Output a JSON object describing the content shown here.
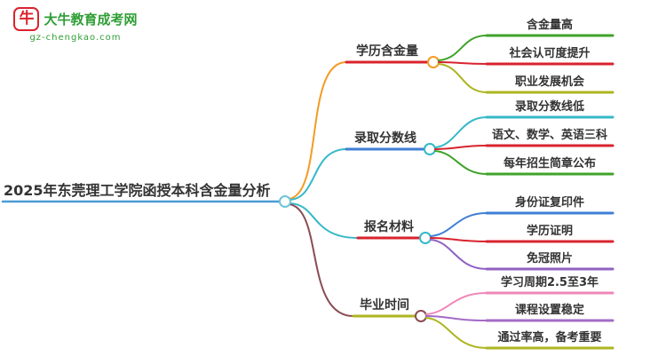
{
  "logo": {
    "icon": "牛",
    "title": "大牛教育成考网",
    "domain": "gz-chengkao.com",
    "text_color": "#2f9e35",
    "icon_color": "#d9232e"
  },
  "mindmap": {
    "root": {
      "label": "2025年东莞理工学院函授本科含金量分析",
      "underline_color": "#4a9bd5",
      "node_color": "#6cc5d9"
    },
    "branches": [
      {
        "label": "学历含金量",
        "curve_color": "#f59a23",
        "underline_color": "#d9232e",
        "node_color": "#f59a23",
        "children": [
          {
            "label": "含金量高",
            "color": "#3fa32a"
          },
          {
            "label": "社会认可度提升",
            "color": "#d9232e"
          },
          {
            "label": "职业发展机会",
            "color": "#adb520"
          }
        ]
      },
      {
        "label": "录取分数线",
        "curve_color": "#35b8c8",
        "underline_color": "#3f7fd4",
        "node_color": "#35b8c8",
        "children": [
          {
            "label": "录取分数线低",
            "color": "#35b8c8"
          },
          {
            "label": "语文、数学、英语三科",
            "color": "#d9232e"
          },
          {
            "label": "每年招生简章公布",
            "color": "#3fa32a"
          }
        ]
      },
      {
        "label": "报名材料",
        "curve_color": "#35b8c8",
        "underline_color": "#d9232e",
        "node_color": "#35b8c8",
        "children": [
          {
            "label": "身份证复印件",
            "color": "#3f7fd4"
          },
          {
            "label": "学历证明",
            "color": "#d9232e"
          },
          {
            "label": "免冠照片",
            "color": "#9061c2"
          }
        ]
      },
      {
        "label": "毕业时间",
        "curve_color": "#8a4d52",
        "underline_color": "#adb520",
        "node_color": "#8a4d52",
        "children": [
          {
            "label": "学习周期2.5至3年",
            "color": "#ef87b8"
          },
          {
            "label": "课程设置稳定",
            "color": "#a36bc6"
          },
          {
            "label": "通过率高，备考重要",
            "color": "#adb520"
          }
        ]
      }
    ]
  }
}
